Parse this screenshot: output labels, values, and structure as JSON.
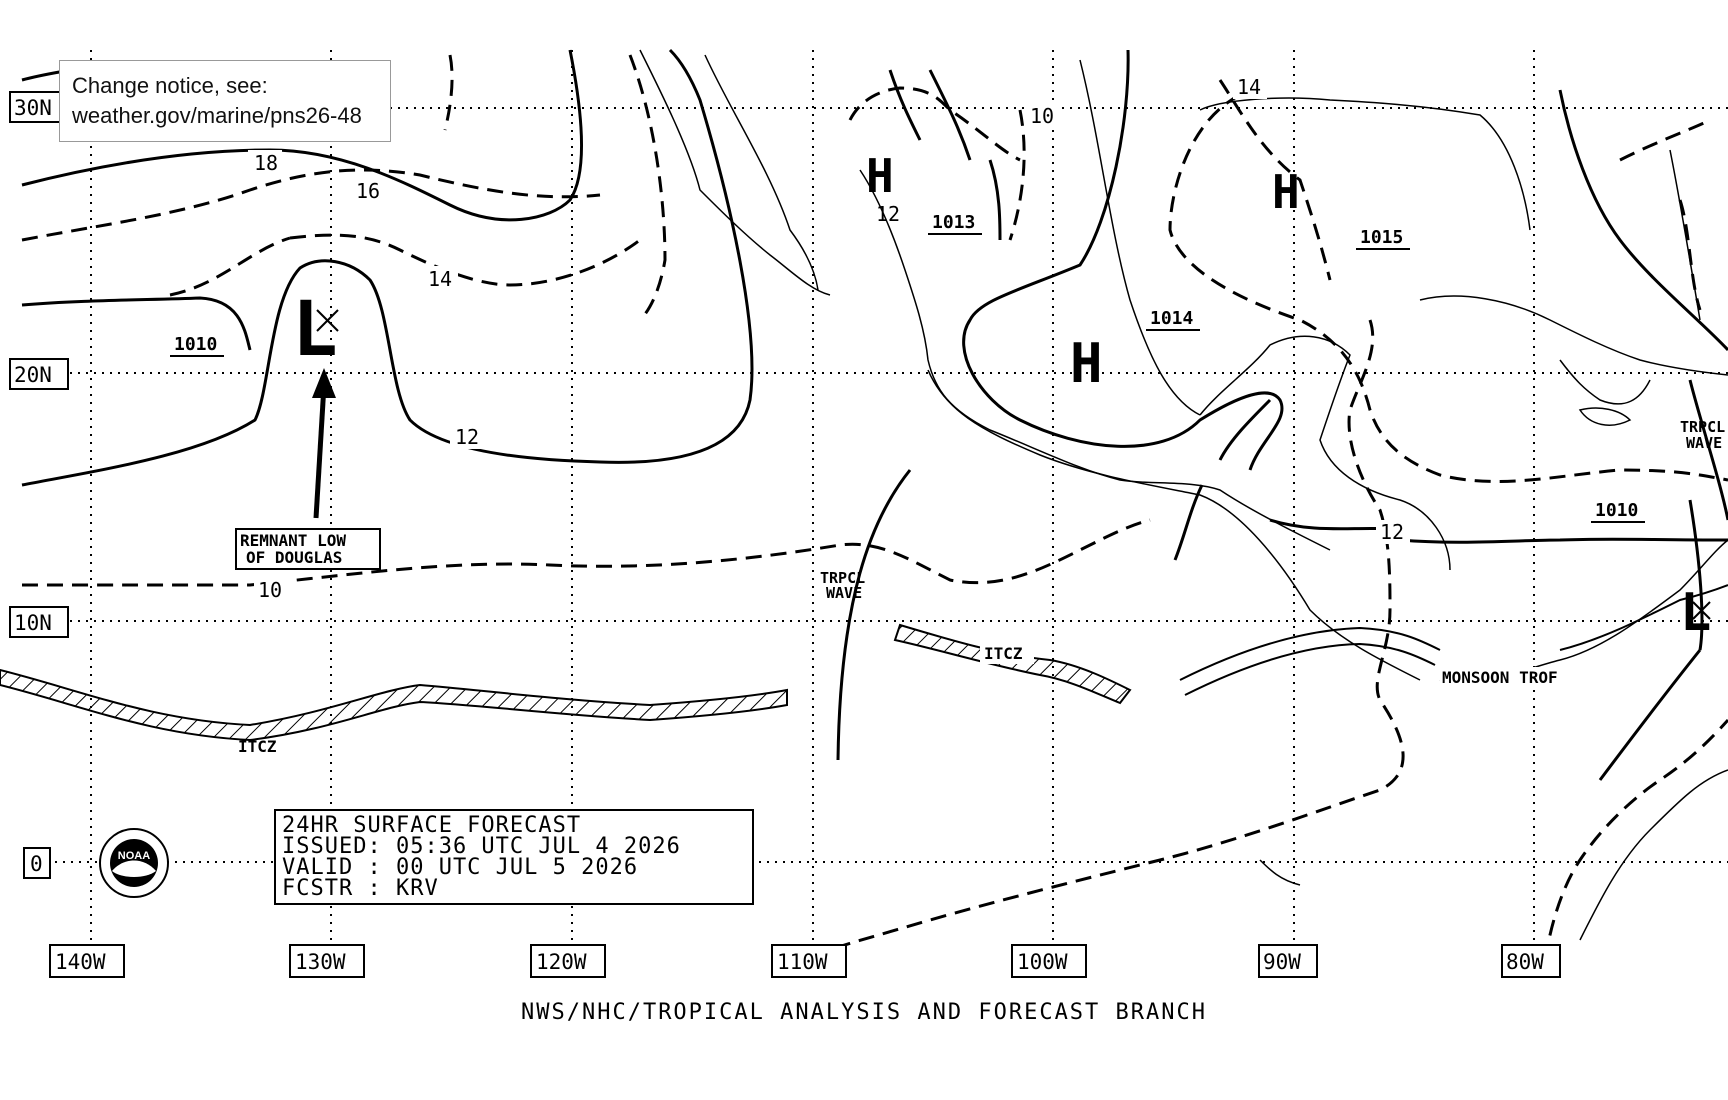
{
  "notice": {
    "line1": "Change notice, see:",
    "line2": "weather.gov/marine/pns26-48"
  },
  "lat_labels": [
    "30N",
    "20N",
    "10N",
    "0"
  ],
  "lon_labels": [
    "140W",
    "130W",
    "120W",
    "110W",
    "100W",
    "90W",
    "80W"
  ],
  "isobar_labels": [
    "18",
    "16",
    "14",
    "12",
    "10",
    "12",
    "10",
    "14",
    "12"
  ],
  "pressure_boxes": [
    "1010",
    "1013",
    "1015",
    "1014",
    "1010"
  ],
  "pressure_centers": {
    "high": "H",
    "low": "L"
  },
  "features": {
    "remnant_low_l1": "REMNANT LOW",
    "remnant_low_l2": "OF DOUGLAS",
    "tropical_wave_1": "TRPCL",
    "tropical_wave_2": "WAVE",
    "itcz": "ITCZ",
    "monsoon_trof": "MONSOON TROF"
  },
  "forecast_box": {
    "title": "24HR SURFACE FORECAST",
    "issued": "ISSUED: 05:36 UTC JUL 4 2026",
    "valid": "VALID : 00 UTC JUL 5 2026",
    "fcstr": "FCSTR : KRV"
  },
  "footer": "NWS/NHC/TROPICAL ANALYSIS AND FORECAST BRANCH",
  "logo_text": "NOAA"
}
